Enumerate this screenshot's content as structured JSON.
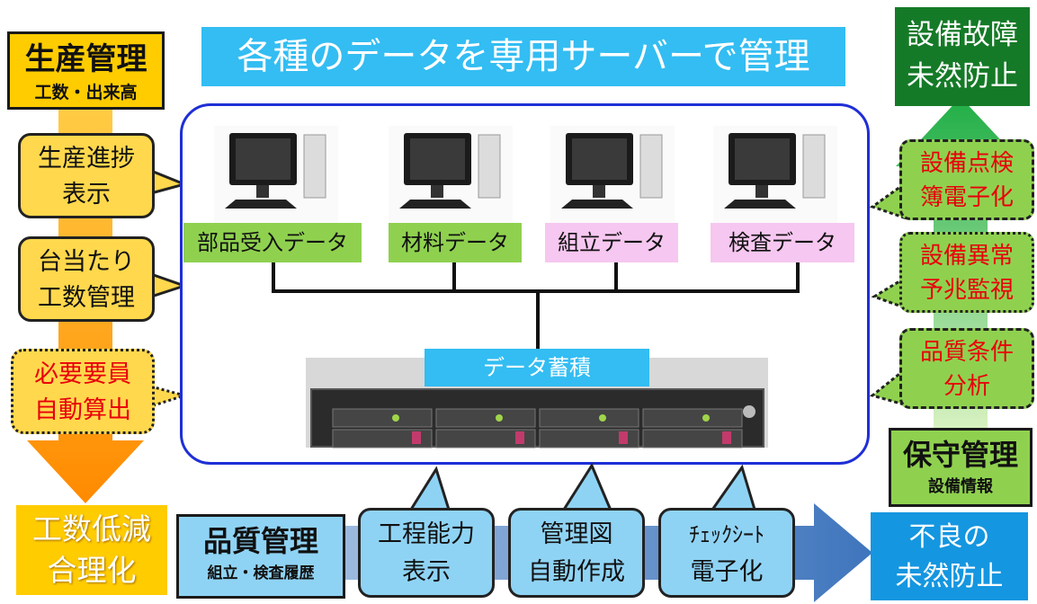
{
  "title": "各種のデータを専用サーバーで管理",
  "left": {
    "production_title": "生産管理",
    "production_sub": "工数・出来高",
    "bubble1": [
      "生産進捗",
      "表示"
    ],
    "bubble2": [
      "台当たり",
      "工数管理"
    ],
    "bubble3": [
      "必要要員",
      "自動算出"
    ],
    "result": [
      "工数低減",
      "合理化"
    ]
  },
  "right": {
    "goal": [
      "設備故障",
      "未然防止"
    ],
    "bubble1": [
      "設備点検",
      "簿電子化"
    ],
    "bubble2": [
      "設備異常",
      "予兆監視"
    ],
    "bubble3": [
      "品質条件",
      "分析"
    ],
    "maintenance_title": "保守管理",
    "maintenance_sub": "設備情報"
  },
  "center": {
    "pc_labels": [
      "部品受入データ",
      "材料データ",
      "組立データ",
      "検査データ"
    ],
    "server_label": "データ蓄積"
  },
  "bottom": {
    "quality_title": "品質管理",
    "quality_sub": "組立・検査履歴",
    "bubble1": [
      "工程能力",
      "表示"
    ],
    "bubble2": [
      "管理図",
      "自動作成"
    ],
    "bubble3": [
      "ﾁｪｯｸｼｰﾄ",
      "電子化"
    ],
    "goal": [
      "不良の",
      "未然防止"
    ]
  },
  "colors": {
    "title_bg": "#33bdf2",
    "production_yellow": "#ffcc00",
    "orange_arrow": "#ff9900",
    "green_arrow": "#22b14c",
    "dark_green": "#157a27",
    "blue_arrow": "#4a7fc1",
    "bubble_red_text": "#e8000b"
  }
}
